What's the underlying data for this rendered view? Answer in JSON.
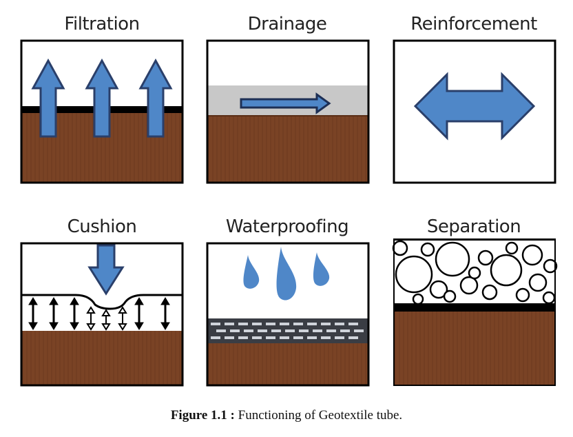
{
  "panels": [
    {
      "id": "filtration",
      "title": "Filtration"
    },
    {
      "id": "drainage",
      "title": "Drainage"
    },
    {
      "id": "reinforcement",
      "title": "Reinforcement"
    },
    {
      "id": "cushion",
      "title": "Cushion"
    },
    {
      "id": "waterproofing",
      "title": "Waterproofing"
    },
    {
      "id": "separation",
      "title": "Separation"
    }
  ],
  "caption": {
    "label": "Figure 1.1 :",
    "text": " Functioning of Geotextile tube."
  },
  "colors": {
    "soil": "#7a4325",
    "arrow_fill": "#4f87c8",
    "arrow_stroke": "#2a3f6a",
    "drain_layer": "#c8c8c8",
    "outline": "#000000"
  }
}
